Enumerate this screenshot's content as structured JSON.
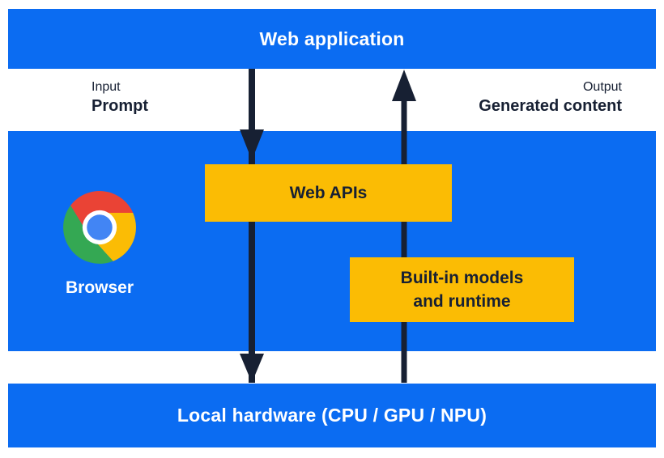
{
  "diagram": {
    "title_bar": {
      "label": "Web application"
    },
    "io_labels": {
      "input_title": "Input",
      "input_value": "Prompt",
      "output_title": "Output",
      "output_value": "Generated content"
    },
    "browser": {
      "label": "Browser",
      "icon": "chrome-logo-icon"
    },
    "boxes": {
      "web_apis": {
        "label": "Web APIs"
      },
      "builtin": {
        "line1": "Built-in models",
        "line2": "and runtime"
      }
    },
    "hardware_bar": {
      "label": "Local hardware (CPU / GPU / NPU)"
    },
    "arrows": {
      "down_arrow": "input-flow-down",
      "up_arrow": "output-flow-up"
    },
    "colors": {
      "panel_blue": "#0b6cf2",
      "accent_yellow": "#fbbc04",
      "ink_navy": "#172033",
      "white": "#ffffff",
      "chrome_red": "#ea4335",
      "chrome_yellow": "#fbbc05",
      "chrome_green": "#34a853",
      "chrome_blue": "#4285f4"
    }
  }
}
